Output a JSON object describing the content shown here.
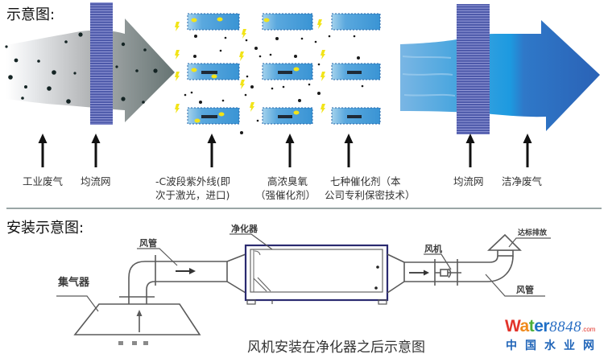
{
  "process_diagram": {
    "title": "示意图:",
    "stages": [
      {
        "name": "industrial-exhaust",
        "lines": [
          "工业废气"
        ]
      },
      {
        "name": "inlet-flow-equalizing-mesh",
        "lines": [
          "均流网"
        ]
      },
      {
        "name": "uv-c-lamps",
        "lines": [
          "-C波段紫外线(即",
          "次于激光，进口)"
        ]
      },
      {
        "name": "high-concentration-ozone",
        "lines": [
          "高浓臭氧",
          "（强催化剂）"
        ]
      },
      {
        "name": "seven-catalysts",
        "lines": [
          "七种催化剂（本",
          "公司专利保密技术）"
        ]
      },
      {
        "name": "outlet-flow-equalizing-mesh",
        "lines": [
          "均流网"
        ]
      },
      {
        "name": "clean-exhaust",
        "lines": [
          "洁净废气"
        ]
      }
    ]
  },
  "installation_diagram": {
    "title": "安装示意图:",
    "callouts": {
      "inlet_duct": "风管",
      "gas_collector": "集气器",
      "purifier": "净化器",
      "fan": "风机",
      "compliant_discharge": "达标排放",
      "outlet_duct": "风管"
    },
    "caption": "风机安装在净化器之后示意图"
  },
  "watermark": {
    "letters": [
      {
        "text": "W",
        "color": "#e2332a"
      },
      {
        "text": "a",
        "color": "#f08a1d"
      },
      {
        "text": "t",
        "color": "#4caf3a"
      },
      {
        "text": "e",
        "color": "#1f6fc6"
      },
      {
        "text": "r",
        "color": "#1f6fc6"
      }
    ],
    "number": "8848",
    "number_color": "#2a6fc4",
    "tld": ".com",
    "tld_color": "#e2332a",
    "subtitle": "中国水业网",
    "subtitle_color": "#1f64b8"
  },
  "colors": {
    "dirty_flow": "#8f9696",
    "clean_flow": "#1d9ae0",
    "mesh": "#4b57a8",
    "uv_panel": "#3a96d6",
    "ozone_spark": "#f2e418",
    "purifier_outline": "#2a2a70",
    "separator": "#9aa6a6"
  }
}
